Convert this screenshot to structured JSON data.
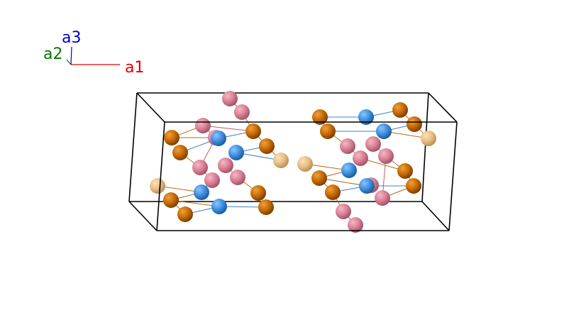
{
  "axes": {
    "a1": {
      "label": "a1",
      "color": "#e00000"
    },
    "a2": {
      "label": "a2",
      "color": "#007a00"
    },
    "a3": {
      "label": "a3",
      "color": "#0000cc"
    }
  },
  "colors": {
    "cell_edge": "#000000",
    "atom_orange": "#c66a00",
    "atom_blue": "#3d8fde",
    "atom_pink": "#d98096",
    "atom_tan": "#e8be84",
    "bond_orange": "#b86a16",
    "bond_blue": "#3d7fd0",
    "bond_pink": "#c05a70"
  },
  "atom_kinds": [
    "orange",
    "blue",
    "pink",
    "tan"
  ]
}
